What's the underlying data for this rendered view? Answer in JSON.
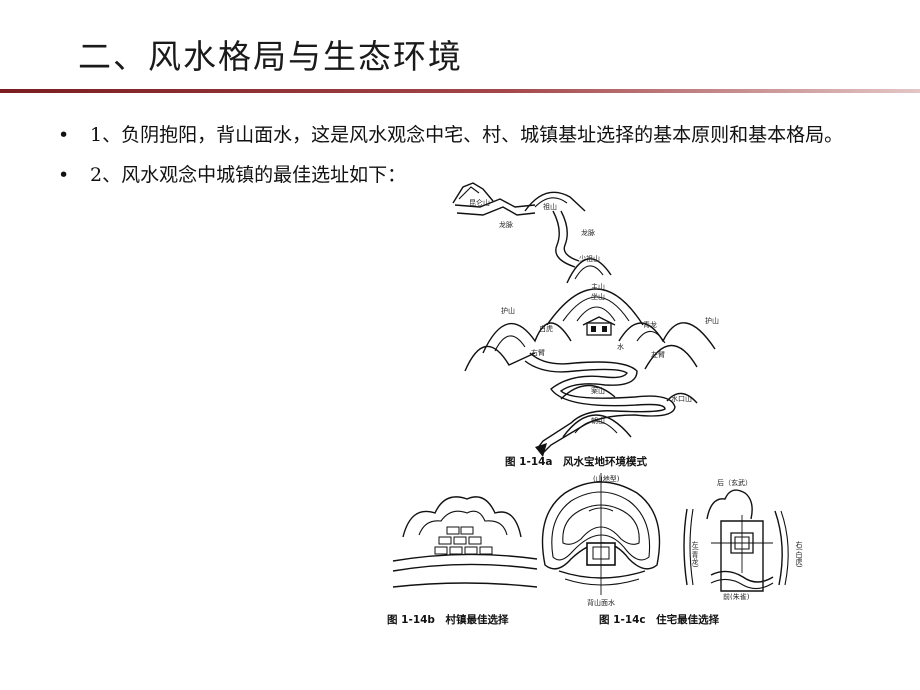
{
  "slide": {
    "title": "二、风水格局与生态环境",
    "bullets": [
      {
        "marker": "•",
        "text": "1、负阴抱阳，背山面水，这是风水观念中宅、村、城镇基址选择的基本原则和基本格局。"
      },
      {
        "marker": "•",
        "text": "2、风水观念中城镇的最佳选址如下："
      }
    ],
    "accent_color": "#7b1c20"
  },
  "figure": {
    "fig_a": {
      "caption": "图 1-14a　风水宝地环境模式",
      "labels": {
        "kunlun": "昆仑山",
        "longmai": "龙脉",
        "zushan": "祖山",
        "shaozu": "少祖山",
        "zhushan": "主山",
        "zuoshan": "坐山",
        "huguo_l": "护山",
        "huguo_r": "护山",
        "qinglong": "青龙",
        "baihu": "白虎",
        "youbi": "右臂",
        "zuobi": "左臂",
        "shui": "水",
        "anshan": "案山",
        "shuikou": "水口山",
        "chaoshan": "朝山"
      }
    },
    "fig_b": {
      "caption": "图 1-14b　村镇最佳选择"
    },
    "fig_c": {
      "caption": "图 1-14c　住宅最佳选择",
      "labels": {
        "top_left": "(山地型)",
        "bottom_left": "背山面水",
        "top_right": "后（玄武）",
        "left_right": "左(青龙)",
        "right_right": "右(白虎)",
        "bottom_right": "前(朱雀)"
      }
    }
  }
}
